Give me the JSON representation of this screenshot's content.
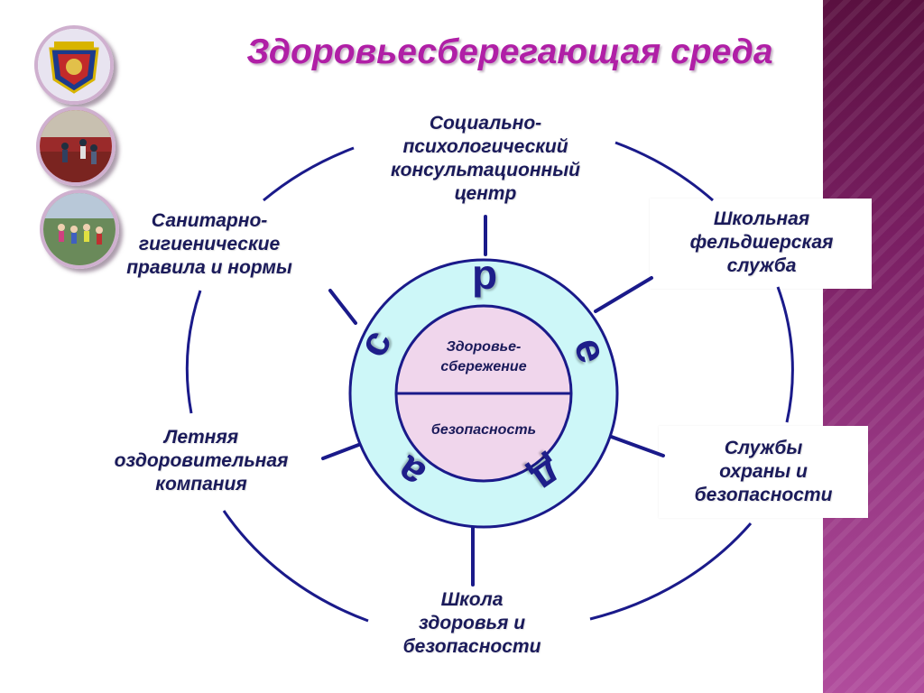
{
  "title": "Здоровьесберегающая среда",
  "center": {
    "top_lines": [
      "Здоровье-",
      "сбережение"
    ],
    "bottom": "безопасность"
  },
  "ring_letters": [
    "с",
    "р",
    "е",
    "д",
    "а"
  ],
  "nodes": {
    "top": [
      "Социально-",
      "психологический",
      "консультационный",
      "центр"
    ],
    "top_right": [
      "Школьная",
      "фельдшерская",
      "служба"
    ],
    "bottom_right": [
      "Службы",
      "охраны и",
      "безопасности"
    ],
    "bottom": [
      "Школа",
      "здоровья и",
      "безопасности"
    ],
    "left_lower": [
      "Летняя",
      "оздоровительная",
      "компания"
    ],
    "left_upper": [
      "Санитарно-",
      "гигиенические",
      "правила и нормы"
    ]
  },
  "colors": {
    "title": "#b01fa6",
    "ring_fill": "#cdf7f8",
    "ring_stroke": "#1a1a8a",
    "inner_fill": "#f0d6ec",
    "text": "#1a1a5a"
  }
}
